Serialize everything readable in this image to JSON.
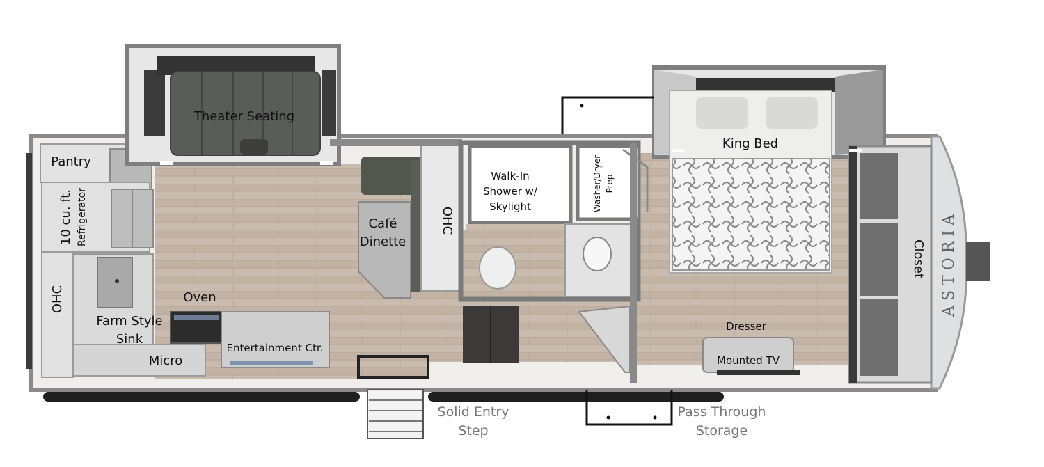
{
  "labels": {
    "theater_seating": "Theater Seating",
    "pantry": "Pantry",
    "refrigerator_size": "10 cu. ft.",
    "refrigerator": "Refrigerator",
    "ohc": "OHC",
    "oven": "Oven",
    "farm_sink_line1": "Farm Style",
    "farm_sink_line2": "Sink",
    "micro": "Micro",
    "entertainment": "Entertainment Ctr.",
    "cafe": "Café",
    "dinette": "Dinette",
    "shower_line1": "Walk-In",
    "shower_line2": "Shower w/",
    "shower_line3": "Skylight",
    "washer_line1": "Washer/Dryer",
    "washer_line2": "Prep",
    "king_bed": "King Bed",
    "closet": "Closet",
    "dresser": "Dresser",
    "mounted_tv": "Mounted TV",
    "entry_line1": "Solid Entry",
    "entry_line2": "Step",
    "pass_line1": "Pass Through",
    "pass_line2": "Storage",
    "brand": "ASTORIA"
  },
  "colors": {
    "floor": "#c7b8ab",
    "wall": "#7d7d7d",
    "outer_band": "#f1f0ec",
    "cabinet": "#dcdcdc",
    "sofa": "#585a55",
    "rail": "#1e1e1e"
  }
}
